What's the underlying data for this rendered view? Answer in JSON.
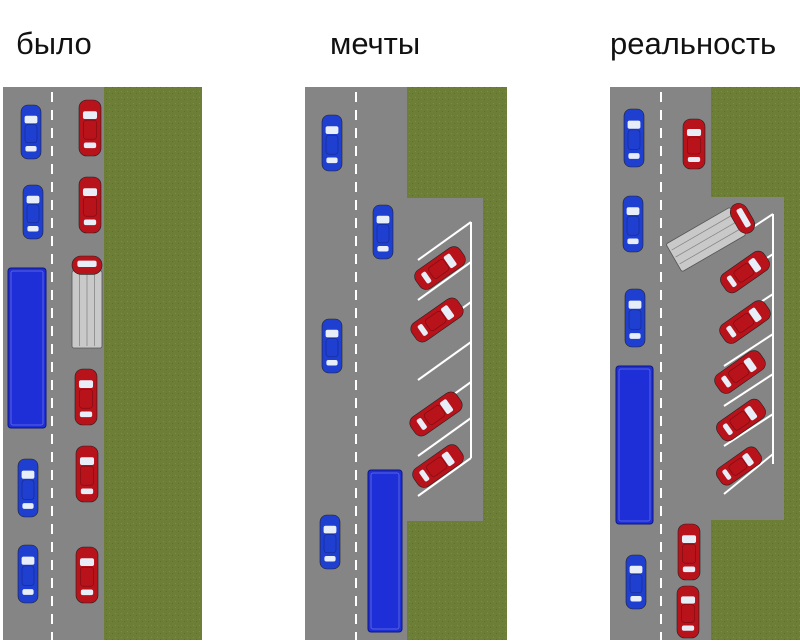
{
  "panels": [
    {
      "title": "было"
    },
    {
      "title": "мечты"
    },
    {
      "title": "реальность"
    }
  ],
  "colors": {
    "road": "#858585",
    "grass": "#6d7f36",
    "lane_marking": "#ffffff",
    "blue_car": "#1f3fd0",
    "red_car": "#b8121b",
    "van": "#c9c9c9",
    "bus": "#1f2fd8"
  }
}
